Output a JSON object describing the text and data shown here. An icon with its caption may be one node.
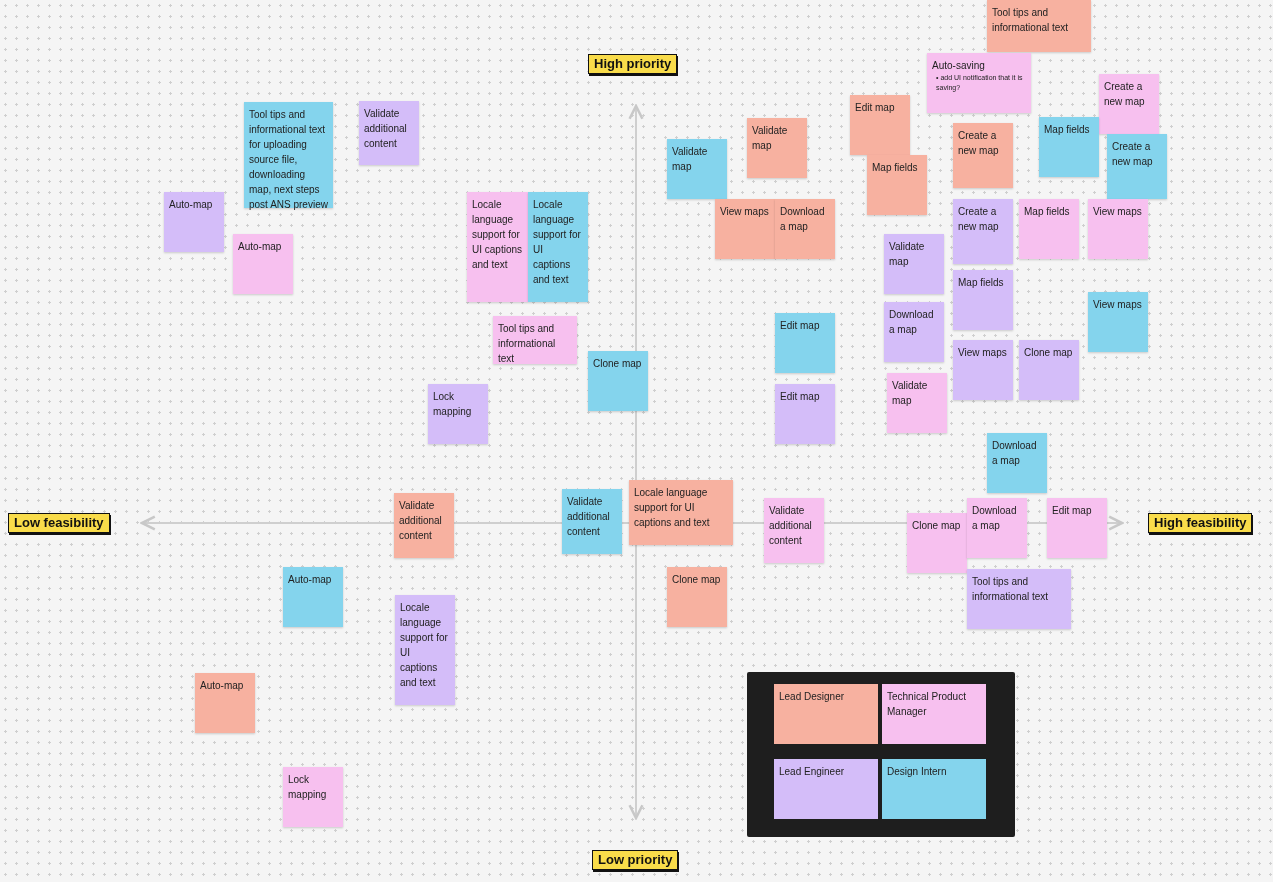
{
  "diagram": {
    "nodes": [
      {
        "text": [
          "High priority"
        ]
      },
      {
        "text": [
          "Low priority"
        ]
      },
      {
        "text": [
          "Low feasibility"
        ]
      },
      {
        "text": [
          "High feasibility"
        ]
      },
      {
        "text": [
          "Tool tips and informational text for uploading source file, downloading map, next steps post ANS preview"
        ]
      },
      {
        "text": [
          "Validate additional content"
        ]
      },
      {
        "text": [
          "Auto-map"
        ]
      },
      {
        "text": [
          "Auto-map"
        ]
      },
      {
        "text": [
          "Locale language support for UI captions and text"
        ]
      },
      {
        "text": [
          "Locale language support for UI captions and text"
        ]
      },
      {
        "text": [
          "Tool tips and informational text"
        ]
      },
      {
        "text": [
          "Lock mapping"
        ]
      },
      {
        "text": [
          "Clone map"
        ]
      },
      {
        "text": [
          "Validate map"
        ]
      },
      {
        "text": [
          "Validate map"
        ]
      },
      {
        "text": [
          "View maps"
        ]
      },
      {
        "text": [
          "Download a map"
        ]
      },
      {
        "text": [
          "Edit map"
        ]
      },
      {
        "text": [
          "Map fields"
        ]
      },
      {
        "text": [
          "Tool tips and informational text"
        ]
      },
      {
        "text": [
          "Auto-saving",
          "• add UI notification that it is saving?"
        ]
      },
      {
        "text": [
          "Create a new map"
        ]
      },
      {
        "text": [
          "Create a new map"
        ]
      },
      {
        "text": [
          "Map fields"
        ]
      },
      {
        "text": [
          "Create a new map"
        ]
      },
      {
        "text": [
          "Validate map"
        ]
      },
      {
        "text": [
          "Create a new map"
        ]
      },
      {
        "text": [
          "Map fields"
        ]
      },
      {
        "text": [
          "View maps"
        ]
      },
      {
        "text": [
          "Map fields"
        ]
      },
      {
        "text": [
          "View maps"
        ]
      },
      {
        "text": [
          "Download a map"
        ]
      },
      {
        "text": [
          "View maps"
        ]
      },
      {
        "text": [
          "Clone map"
        ]
      },
      {
        "text": [
          "Edit map"
        ]
      },
      {
        "text": [
          "Edit map"
        ]
      },
      {
        "text": [
          "Validate map"
        ]
      },
      {
        "text": [
          "Download a map"
        ]
      },
      {
        "text": [
          "Validate additional content"
        ]
      },
      {
        "text": [
          "Validate additional content"
        ]
      },
      {
        "text": [
          "Locale language support for UI captions and text"
        ]
      },
      {
        "text": [
          "Validate additional content"
        ]
      },
      {
        "text": [
          "Clone map"
        ]
      },
      {
        "text": [
          "Download a map"
        ]
      },
      {
        "text": [
          "Edit map"
        ]
      },
      {
        "text": [
          "Tool tips and informational text"
        ]
      },
      {
        "text": [
          "Clone map"
        ]
      },
      {
        "text": [
          "Auto-map"
        ]
      },
      {
        "text": [
          "Locale language support for UI captions and text"
        ]
      },
      {
        "text": [
          "Auto-map"
        ]
      },
      {
        "text": [
          "Lock mapping"
        ]
      }
    ],
    "legend": [
      {
        "text": "Lead Designer",
        "color": "#f7b1a0"
      },
      {
        "text": "Technical Product Manager",
        "color": "#f7c0ef"
      },
      {
        "text": "Lead Engineer",
        "color": "#d4bdf9"
      },
      {
        "text": "Design Intern",
        "color": "#84d4ed"
      }
    ]
  }
}
